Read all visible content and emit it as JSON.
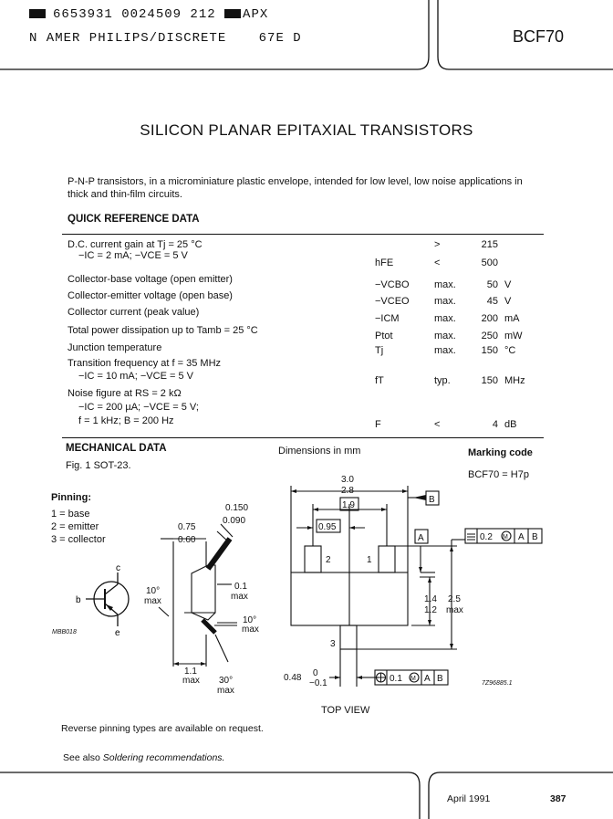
{
  "header": {
    "line1_code": "6653931 0024509 212",
    "line1_suffix": "APX",
    "line2": "N AMER PHILIPS/DISCRETE",
    "line2_code": "67E D",
    "part_number": "BCF70"
  },
  "title": "SILICON PLANAR EPITAXIAL TRANSISTORS",
  "intro": "P-N-P transistors, in a microminiature plastic envelope, intended for low level, low noise applications in thick and thin-film circuits.",
  "quick_reference": {
    "heading": "QUICK REFERENCE DATA",
    "rows": [
      {
        "label": "D.C. current gain at Tj = 25 °C",
        "symbol": "",
        "qual": ">",
        "value": "215",
        "unit": ""
      },
      {
        "label": "−IC = 2 mA; −VCE = 5 V",
        "symbol": "hFE",
        "qual": "<",
        "value": "500",
        "unit": ""
      },
      {
        "label": "Collector-base voltage (open emitter)",
        "symbol": "−VCBO",
        "qual": "max.",
        "value": "50",
        "unit": "V"
      },
      {
        "label": "Collector-emitter voltage (open base)",
        "symbol": "−VCEO",
        "qual": "max.",
        "value": "45",
        "unit": "V"
      },
      {
        "label": "Collector current (peak value)",
        "symbol": "−ICM",
        "qual": "max.",
        "value": "200",
        "unit": "mA"
      },
      {
        "label": "Total power dissipation up to Tamb = 25 °C",
        "symbol": "Ptot",
        "qual": "max.",
        "value": "250",
        "unit": "mW"
      },
      {
        "label": "Junction temperature",
        "symbol": "Tj",
        "qual": "max.",
        "value": "150",
        "unit": "°C"
      },
      {
        "label": "Transition frequency at f = 35 MHz",
        "symbol": "",
        "qual": "",
        "value": "",
        "unit": ""
      },
      {
        "label": "−IC = 10 mA; −VCE = 5 V",
        "symbol": "fT",
        "qual": "typ.",
        "value": "150",
        "unit": "MHz"
      },
      {
        "label": "Noise figure at RS = 2 kΩ",
        "symbol": "",
        "qual": "",
        "value": "",
        "unit": ""
      },
      {
        "label": "−IC = 200 µA; −VCE = 5 V;",
        "symbol": "",
        "qual": "",
        "value": "",
        "unit": ""
      },
      {
        "label": "f = 1 kHz; B = 200 Hz",
        "symbol": "F",
        "qual": "<",
        "value": "4",
        "unit": "dB"
      }
    ]
  },
  "mechanical": {
    "heading": "MECHANICAL DATA",
    "dims_note": "Dimensions in mm",
    "fig": "Fig. 1  SOT-23.",
    "marking_heading": "Marking code",
    "marking_value": "BCF70 = H7p",
    "pinning_heading": "Pinning:",
    "pins": [
      "1 = base",
      "2 = emitter",
      "3 = collector"
    ],
    "symbol_labels": {
      "c": "c",
      "b": "b",
      "e": "e",
      "code": "MBB018"
    },
    "side_view": {
      "d_0150": "0.150",
      "d_0090": "0.090",
      "d_075": "0.75",
      "d_060": "0.60",
      "d_10max": "10°",
      "d_max": "max",
      "d_01": "0.1",
      "d_01max": "max",
      "d_10b": "10°",
      "d_maxb": "max",
      "d_11": "1.1",
      "d_11max": "max",
      "d_30": "30°",
      "d_30max": "max"
    },
    "top_view": {
      "d_30": "3.0",
      "d_28": "2.8",
      "d_19": "1.9",
      "d_095": "0.95",
      "ref_b": "B",
      "ref_a": "A",
      "pin2": "2",
      "pin1": "1",
      "pin3": "3",
      "d_14": "1.4",
      "d_12": "1.2",
      "d_25": "2.5",
      "d_25max": "max",
      "d_048": "0.48",
      "d_048up": "0",
      "d_048lo": "−0.1",
      "fcf_top": "0.2",
      "fcf_bottom": "0.1",
      "drawing_code": "7Z96885.1",
      "caption": "TOP VIEW"
    },
    "reverse_note": "Reverse pinning types are available on request.",
    "see_also_prefix": "See also",
    "see_also_link": "Soldering recommendations."
  },
  "footer": {
    "date": "April 1991",
    "page": "387"
  }
}
